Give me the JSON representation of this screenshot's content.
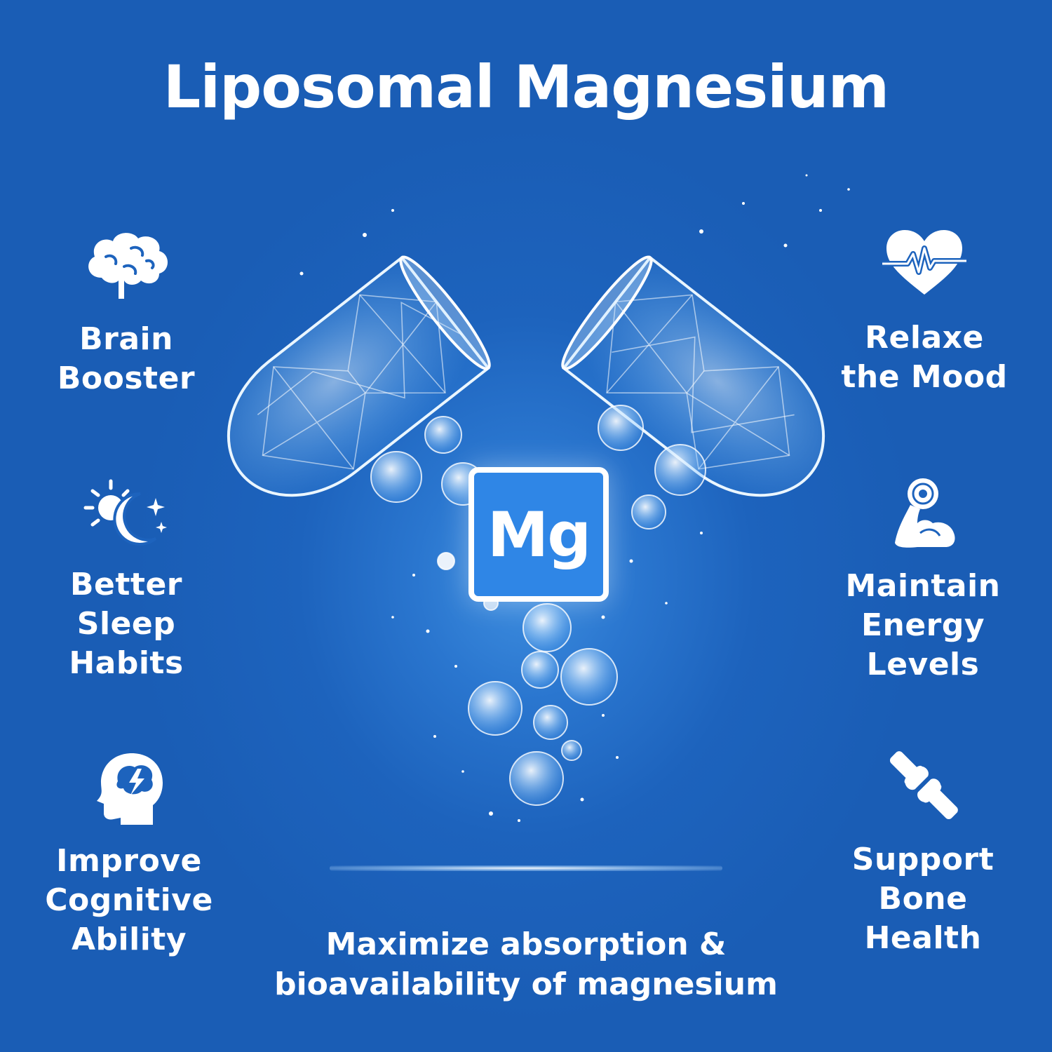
{
  "title": "Liposomal Magnesium",
  "element_symbol": "Mg",
  "tagline": "Maximize absorption &\nbioavailability of magnesium",
  "colors": {
    "background": "#1d63bd",
    "center_glow": "#3f8fe0",
    "mg_box_fill": "#2f86e6",
    "text": "#ffffff"
  },
  "left_benefits": [
    {
      "icon": "brain-icon",
      "label": "Brain\nBooster"
    },
    {
      "icon": "sun-moon-stars-icon",
      "label": "Better\nSleep\nHabits"
    },
    {
      "icon": "head-lightning-icon",
      "label": "Improve\nCognitive\nAbility"
    }
  ],
  "right_benefits": [
    {
      "icon": "heart-pulse-icon",
      "label": "Relaxe\nthe Mood"
    },
    {
      "icon": "flexed-arm-dumbbell-icon",
      "label": "Maintain\nEnergy\nLevels"
    },
    {
      "icon": "bone-joint-icon",
      "label": "Support\nBone\nHealth"
    }
  ]
}
